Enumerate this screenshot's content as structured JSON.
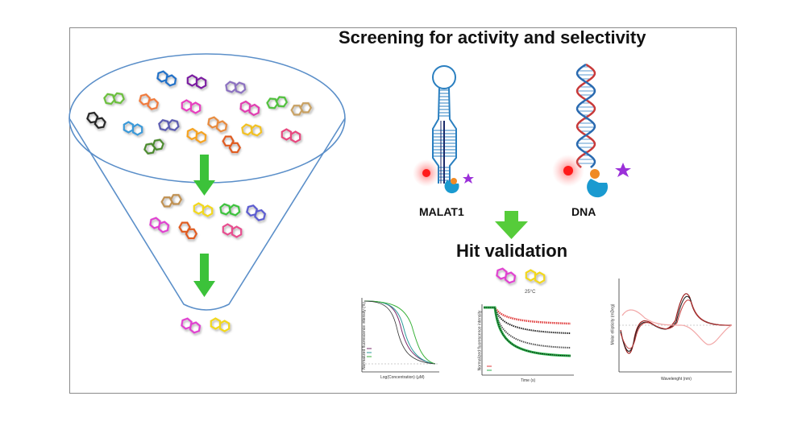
{
  "header": {
    "title": "Screening for activity and selectivity"
  },
  "labels": {
    "malat1": "MALAT1",
    "dna": "DNA",
    "hit_validation": "Hit validation",
    "temperature": "25°C"
  },
  "plots": {
    "dose_response": {
      "xlabel": "Log(Concentration) (μM)",
      "ylabel": "Normalized fluorescence intensity (%)"
    },
    "kinetics": {
      "xlabel": "Time (s)",
      "ylabel": "Normalized fluorescence intensity"
    },
    "cd": {
      "xlabel": "Wavelenght (nm)",
      "ylabel": "Molar ellipticity (mDeg)"
    }
  },
  "colors": {
    "funnel_stroke": "#5b8fc9",
    "arrow_green": "#3cc23a",
    "rna_blue": "#2a7fc0",
    "dna_red": "#c83a3a",
    "star_purple": "#9b30d9"
  },
  "icons": [
    "funnel-icon",
    "molecule-icon",
    "down-arrow-icon",
    "rna-hairpin-icon",
    "dna-helix-icon",
    "fluorophore-icon",
    "quencher-icon",
    "star-icon"
  ]
}
